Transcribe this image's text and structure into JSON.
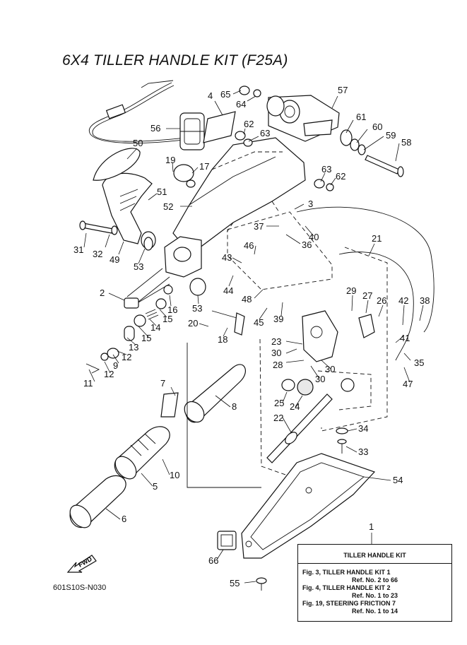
{
  "title": "6X4 TILLER HANDLE KIT (F25A)",
  "diagram_code": "601S10S-N030",
  "fwd_label": "FWD",
  "kit_box": {
    "ref_number": "1",
    "heading": "TILLER HANDLE KIT",
    "lines": [
      {
        "fig": "Fig. 3, TILLER HANDLE KIT 1",
        "ref": "Ref. No. 2 to 66"
      },
      {
        "fig": "Fig. 4, TILLER HANDLE KIT 2",
        "ref": "Ref. No. 1 to 23"
      },
      {
        "fig": "Fig. 19, STEERING FRICTION 7",
        "ref": "Ref. No. 1 to 14"
      }
    ]
  },
  "callouts": [
    "65",
    "64",
    "4",
    "57",
    "56",
    "62",
    "63",
    "61",
    "60",
    "59",
    "58",
    "50",
    "19",
    "17",
    "63",
    "62",
    "51",
    "52",
    "3",
    "37",
    "40",
    "36",
    "21",
    "31",
    "32",
    "49",
    "53",
    "46",
    "43",
    "44",
    "48",
    "45",
    "39",
    "2",
    "16",
    "53",
    "15",
    "14",
    "20",
    "18",
    "29",
    "27",
    "26",
    "42",
    "38",
    "15",
    "13",
    "9",
    "12",
    "11",
    "12",
    "23",
    "30",
    "41",
    "28",
    "35",
    "30",
    "30",
    "47",
    "7",
    "8",
    "25",
    "24",
    "22",
    "34",
    "33",
    "10",
    "5",
    "6",
    "54",
    "66",
    "55"
  ]
}
